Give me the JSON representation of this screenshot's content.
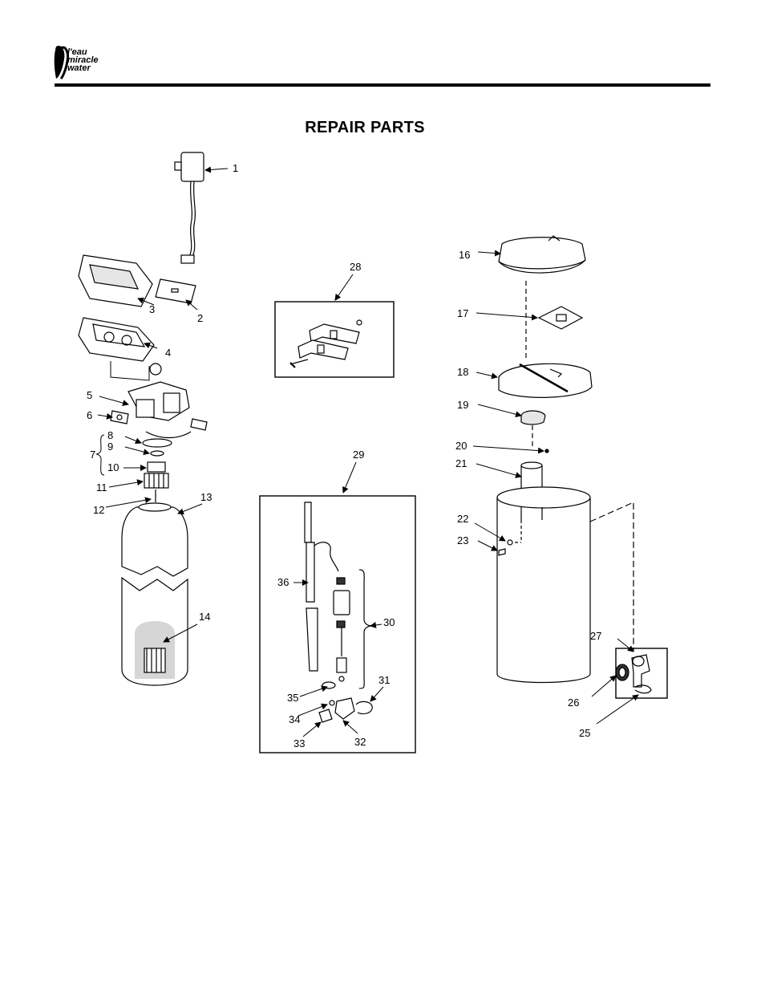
{
  "brand": {
    "line1": "l'eau",
    "line2": "miracle",
    "line3": "water",
    "logo_icon": "water-drops-logo-icon"
  },
  "page_title": "REPAIR PARTS",
  "part_numbers": {
    "p1": "1",
    "p2": "2",
    "p3": "3",
    "p4": "4",
    "p5": "5",
    "p6": "6",
    "p7": "7",
    "p8": "8",
    "p9": "9",
    "p10": "10",
    "p11": "11",
    "p12": "12",
    "p13": "13",
    "p14": "14",
    "p16": "16",
    "p17": "17",
    "p18": "18",
    "p19": "19",
    "p20": "20",
    "p21": "21",
    "p22": "22",
    "p23": "23",
    "p25": "25",
    "p26": "26",
    "p27": "27",
    "p28": "28",
    "p29": "29",
    "p30": "30",
    "p31": "31",
    "p32": "32",
    "p33": "33",
    "p34": "34",
    "p35": "35",
    "p36": "36"
  },
  "colors": {
    "ink": "#000000",
    "paper": "#ffffff",
    "shade": "#c8c8c8"
  }
}
